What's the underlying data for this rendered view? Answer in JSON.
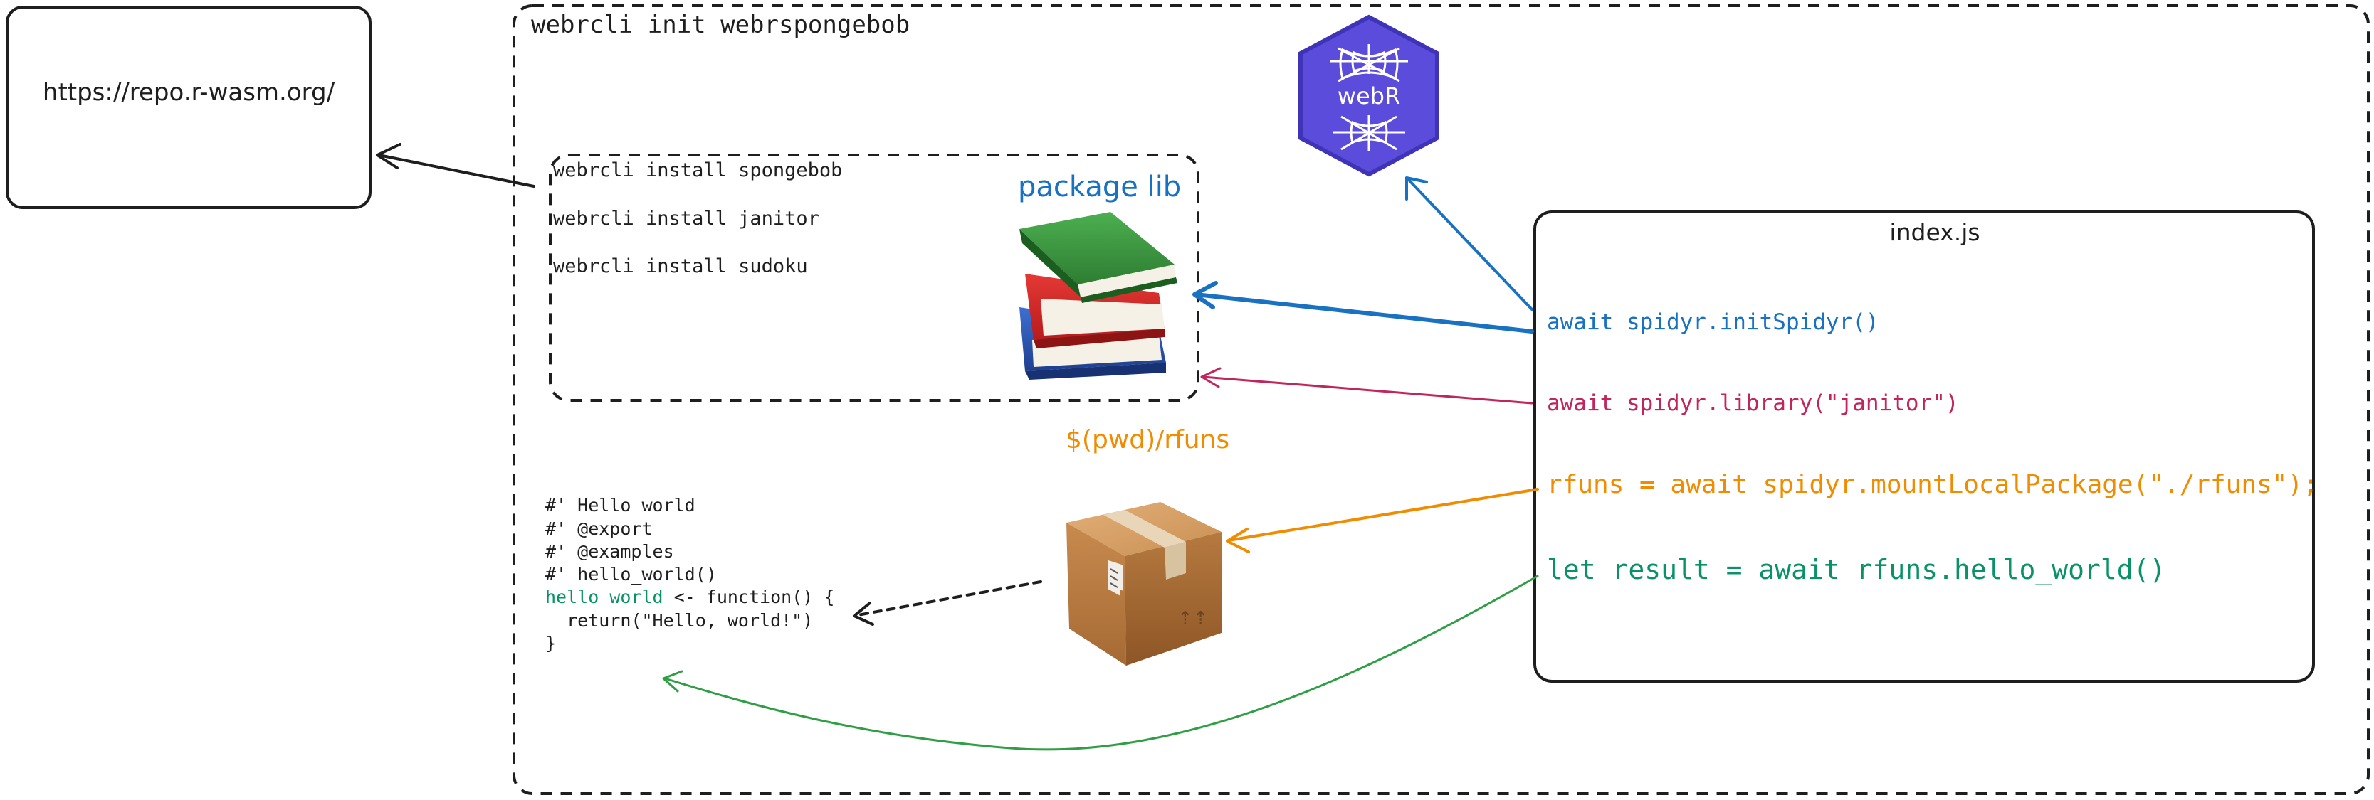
{
  "repo_box": {
    "url": "https://repo.r-wasm.org/"
  },
  "project": {
    "command": "webrcli init webrspongebob"
  },
  "install": {
    "commands": [
      "webrcli install spongebob",
      "webrcli install janitor",
      "webrcli install sudoku"
    ],
    "lib_label": "package lib"
  },
  "webr_logo": {
    "text": "webR"
  },
  "local_package": {
    "path_label": "$(pwd)/rfuns"
  },
  "r_code": {
    "lines": [
      "#' Hello world",
      "#' @export",
      "#' @examples",
      "#' hello_world()"
    ],
    "fn_name": "hello_world",
    "fn_rest": " <- function() {",
    "body": "  return(\"Hello, world!\")",
    "close": "}"
  },
  "indexjs": {
    "title": "index.js",
    "line1": "await spidyr.initSpidyr()",
    "line2": "await spidyr.library(\"janitor\")",
    "line3": "rfuns = await spidyr.mountLocalPackage(\"./rfuns\");",
    "line4": "let result = await rfuns.hello_world()"
  },
  "colors": {
    "blue": "#1971c2",
    "crimson": "#c2255c",
    "orange": "#f08c00",
    "green": "#099268",
    "arrow_green": "#2f9e44",
    "webr_purple": "#5b4cdb",
    "black": "#1e1e1e"
  }
}
